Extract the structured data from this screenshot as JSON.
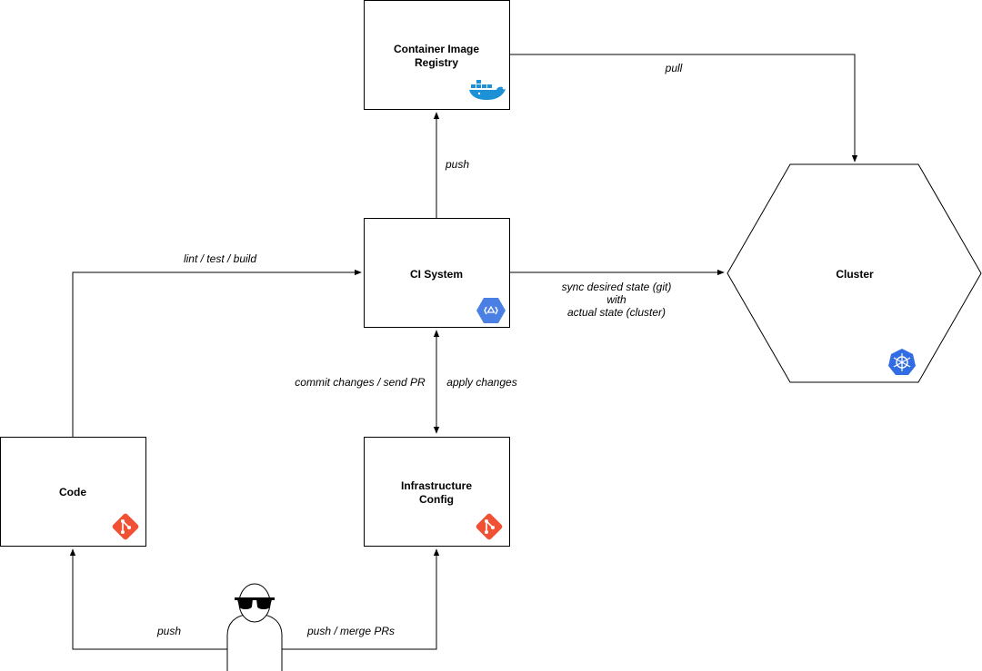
{
  "nodes": {
    "registry": {
      "title_line1": "Container Image",
      "title_line2": "Registry",
      "icon": "docker-whale-icon"
    },
    "ci": {
      "title": "CI System",
      "icon": "gcp-cloud-build-icon"
    },
    "cluster": {
      "title": "Cluster",
      "icon": "kubernetes-helm-icon"
    },
    "code": {
      "title": "Code",
      "icon": "git-icon"
    },
    "infra": {
      "title_line1": "Infrastructure",
      "title_line2": "Config",
      "icon": "git-icon"
    },
    "user": {
      "icon": "user-with-sunglasses-icon"
    }
  },
  "edges": {
    "pull": "pull",
    "push_registry": "push",
    "lint": "lint / test / build",
    "sync_line1": "sync desired state (git)",
    "sync_line2": "with",
    "sync_line3": "actual state (cluster)",
    "commit": "commit changes / send PR",
    "apply": "apply changes",
    "push_code": "push",
    "push_merge": "push / merge PRs"
  },
  "colors": {
    "git": "#f05033",
    "docker": "#1d91d6",
    "gcp": "#4a7fe3",
    "kubernetes": "#326ce5"
  }
}
